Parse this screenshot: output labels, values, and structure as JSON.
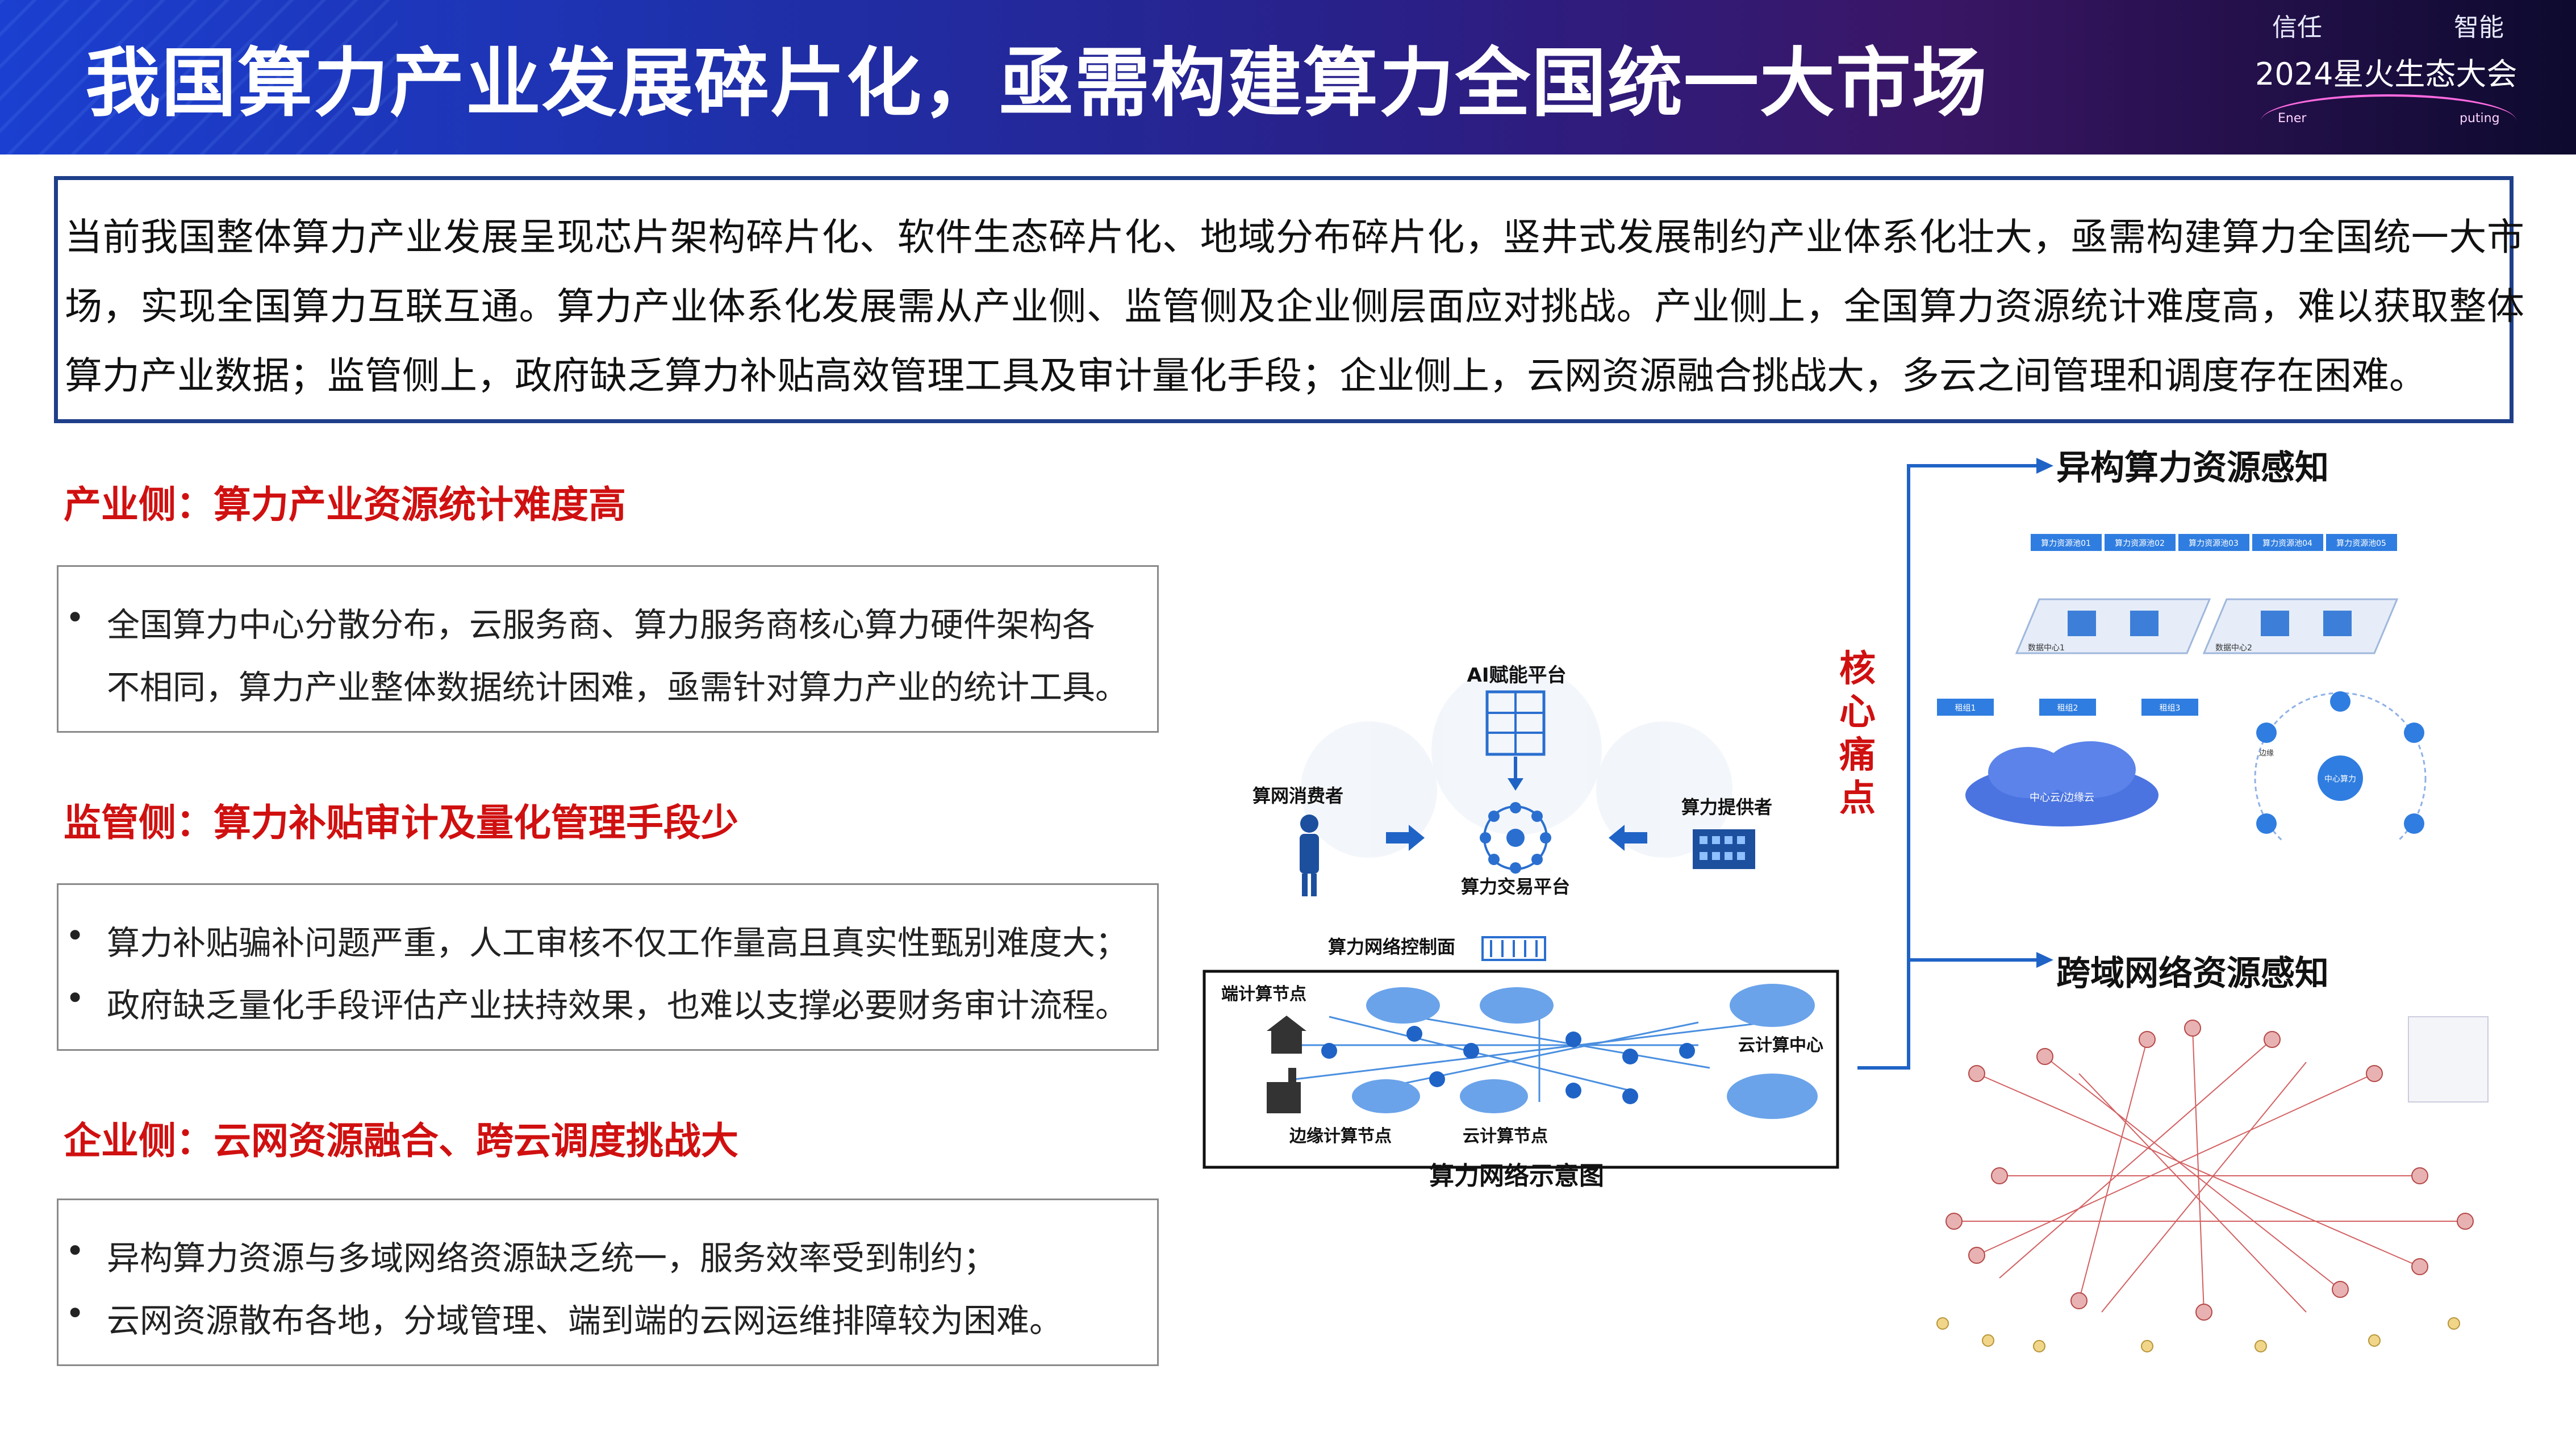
{
  "header": {
    "title": "我国算力产业发展碎片化，亟需构建算力全国统一大市场",
    "logo": {
      "line1_left": "信任",
      "line1_right": "智能",
      "line2": "2024星火生态大会",
      "small_left": "Ener",
      "small_right": "puting"
    }
  },
  "intro": {
    "text": "当前我国整体算力产业发展呈现芯片架构碎片化、软件生态碎片化、地域分布碎片化，竖井式发展制约产业体系化壮大，亟需构建算力全国统一大市场，实现全国算力互联互通。算力产业体系化发展需从产业侧、监管侧及企业侧层面应对挑战。产业侧上，全国算力资源统计难度高，难以获取整体算力产业数据；监管侧上，政府缺乏算力补贴高效管理工具及审计量化手段；企业侧上，云网资源融合挑战大，多云之间管理和调度存在困难。"
  },
  "sections": {
    "industry": {
      "title": "产业侧：算力产业资源统计难度高",
      "bullets": [
        "全国算力中心分散分布，云服务商、算力服务商核心算力硬件架构各",
        "不相同，算力产业整体数据统计困难，亟需针对算力产业的统计工具。"
      ]
    },
    "regulator": {
      "title": "监管侧：算力补贴审计及量化管理手段少",
      "bullets": [
        "算力补贴骗补问题严重，人工审核不仅工作量高且真实性甄别难度大；",
        "政府缺乏量化手段评估产业扶持效果，也难以支撑必要财务审计流程。"
      ]
    },
    "enterprise": {
      "title": "企业侧：云网资源融合、跨云调度挑战大",
      "bullets": [
        "异构算力资源与多域网络资源缺乏统一，服务效率受到制约；",
        "云网资源散布各地，分域管理、端到端的云网运维排障较为困难。"
      ]
    }
  },
  "diagram": {
    "ai_platform": "AI赋能平台",
    "consumer": "算网消费者",
    "provider": "算力提供者",
    "exchange": "算力交易平台",
    "control": "算力网络控制面",
    "terminal": "端计算节点",
    "cloud_center": "云计算中心",
    "edge": "边缘计算节点",
    "cloud_node": "云计算节点",
    "caption": "算力网络示意图"
  },
  "pain_point": "核心痛点",
  "right": {
    "heterogeneous_title": "异构算力资源感知",
    "cross_domain_title": "跨域网络资源感知",
    "hetero_labels": [
      "算力资源池01",
      "算力资源池02",
      "算力资源池03",
      "算力资源池04",
      "算力资源池05",
      "数据中心1",
      "数据中心2",
      "租组1",
      "租组2",
      "租组3",
      "中心云/边缘云",
      "中心算力",
      "边缘"
    ]
  },
  "colors": {
    "banner_start": "#1b3fd0",
    "banner_end": "#0d0a2e",
    "accent_red": "#d01010",
    "intro_border": "#1e3f8a",
    "arrow_blue": "#1f63c6"
  }
}
